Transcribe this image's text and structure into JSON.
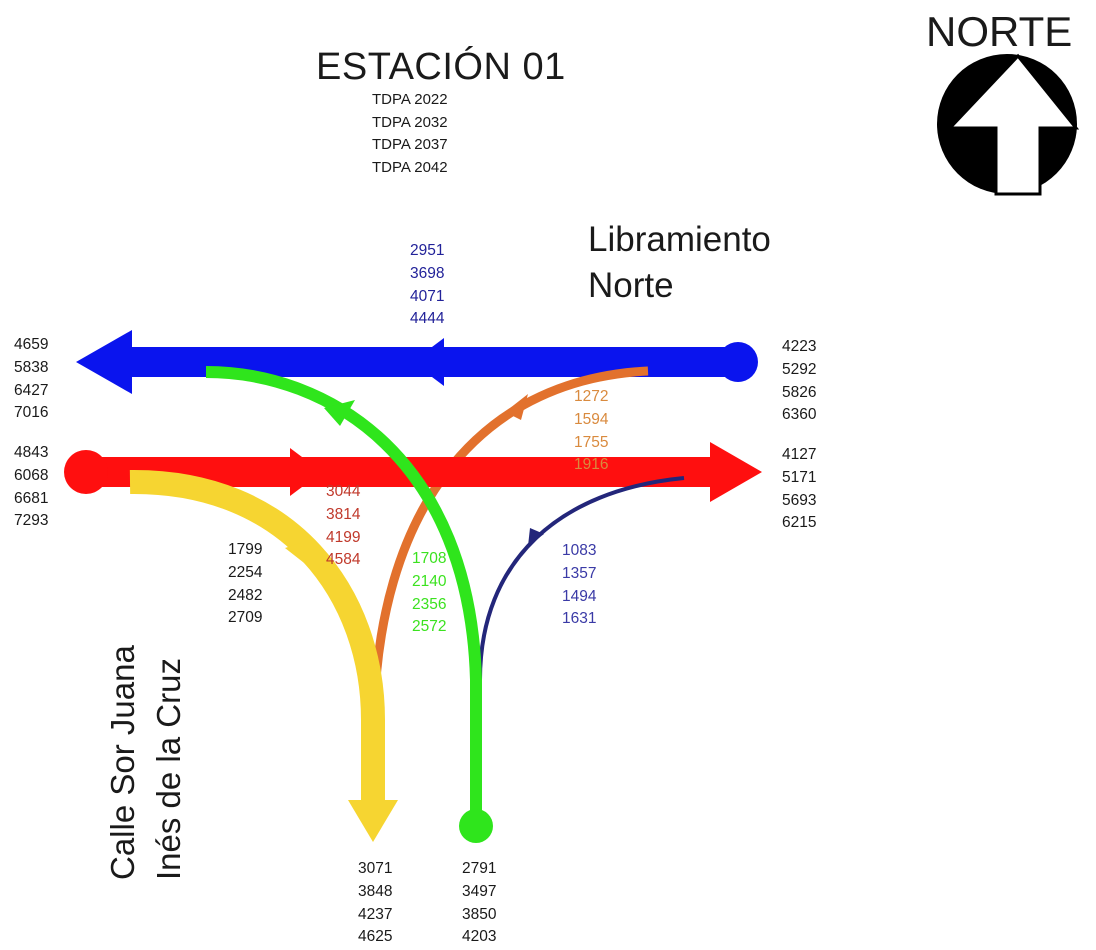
{
  "diagram": {
    "title": "ESTACIÓN 01",
    "tdpa_years": [
      "TDPA 2022",
      "TDPA 2032",
      "TDPA 2037",
      "TDPA 2042"
    ],
    "north_label": "NORTE",
    "road_north": [
      "Libramiento",
      "Norte"
    ],
    "road_west": [
      "Calle Sor Juana",
      "Inés de la Cruz"
    ]
  },
  "colors": {
    "westbound": "#0a14ee",
    "eastbound": "#ff0f0f",
    "left_turn_west_to_south": "#f6d531",
    "east_to_south": "#e2712d",
    "south_to_west": "#2fe51c",
    "south_to_east": "#23267a",
    "compass": "#000000"
  },
  "volumes": {
    "west_out": [
      "4659",
      "5838",
      "6427",
      "7016"
    ],
    "west_in": [
      "4843",
      "6068",
      "6681",
      "7293"
    ],
    "east_in": [
      "4223",
      "5292",
      "5826",
      "6360"
    ],
    "east_out": [
      "4127",
      "5171",
      "5693",
      "6215"
    ],
    "through_westbound": [
      "2951",
      "3698",
      "4071",
      "4444"
    ],
    "through_eastbound": [
      "3044",
      "3814",
      "4199",
      "4584"
    ],
    "east_to_south": [
      "1272",
      "1594",
      "1755",
      "1916"
    ],
    "west_to_south": [
      "1799",
      "2254",
      "2482",
      "2709"
    ],
    "south_to_west": [
      "1708",
      "2140",
      "2356",
      "2572"
    ],
    "south_to_east": [
      "1083",
      "1357",
      "1494",
      "1631"
    ],
    "south_out": [
      "3071",
      "3848",
      "4237",
      "4625"
    ],
    "south_in": [
      "2791",
      "3497",
      "3850",
      "4203"
    ]
  }
}
